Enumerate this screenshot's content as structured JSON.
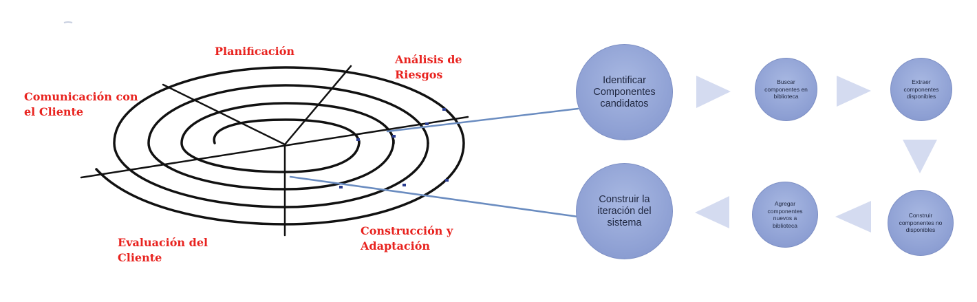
{
  "colors": {
    "label_red": "#e8231f",
    "spiral": "#111111",
    "connector": "#6a8cc0",
    "node_fill": "#8d9fd3",
    "arrow": "#d4dbf0"
  },
  "phases": {
    "planificacion": "Planificación",
    "analisis": "Análisis de\nRiesgos",
    "comunicacion": "Comunicación con\nel Cliente",
    "evaluacion": "Evaluación del\nCliente",
    "construccion": "Construcción y\nAdaptación"
  },
  "nodes": {
    "identificar": "Identificar Componentes candidatos",
    "buscar": "Buscar componentes en biblioteca",
    "extraer": "Extraer componentes disponibles",
    "construir_nd": "Construir componentes no disponibles",
    "agregar": "Agregar componentes nuevos a biblioteca",
    "construir_it": "Construir la iteración del sistema"
  }
}
